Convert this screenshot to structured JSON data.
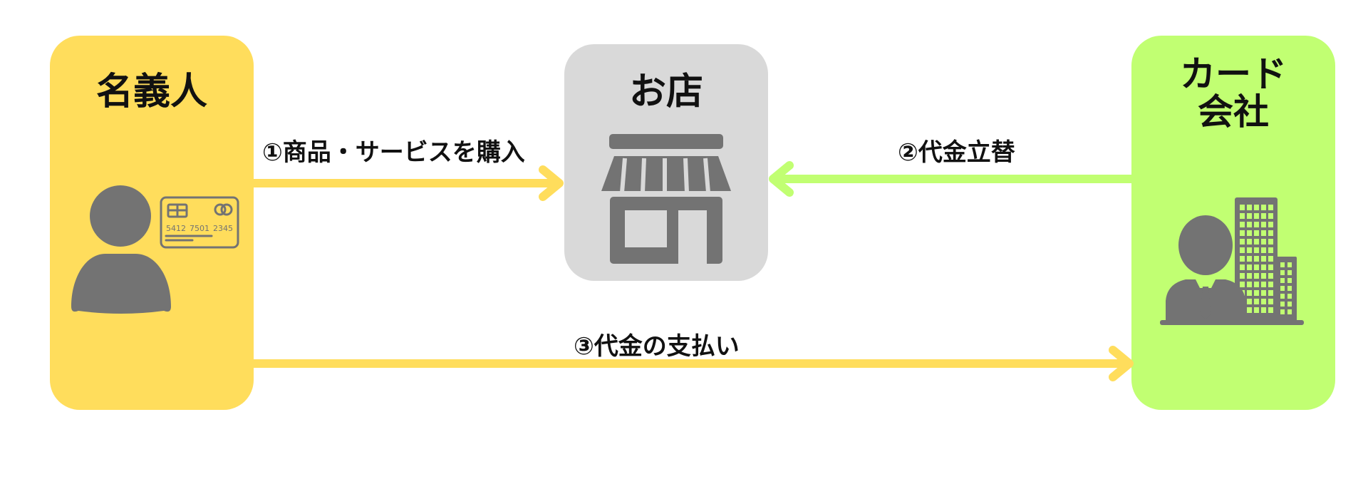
{
  "nodes": {
    "owner": {
      "title": "名義人",
      "color": "#FFDD5C",
      "card_number": [
        "5412",
        "7501",
        "2345"
      ]
    },
    "shop": {
      "title": "お店",
      "color": "#D9D9D9"
    },
    "card_company": {
      "title": "カード\n会社",
      "color": "#C1FF72"
    }
  },
  "flows": {
    "step1": {
      "label": "①商品・サービスを購入",
      "color": "#FFDD5C"
    },
    "step2": {
      "label": "②代金立替",
      "color": "#C1FF72"
    },
    "step3": {
      "label": "③代金の支払い",
      "color": "#FFDD5C"
    }
  },
  "icons": {
    "owner_person": "person-icon",
    "credit_card": "credit-card-icon",
    "shop": "storefront-icon",
    "businessman": "businessman-icon",
    "building": "office-building-icon"
  },
  "colors": {
    "icon_gray": "#737373",
    "building_windows": "#C1FF72"
  }
}
